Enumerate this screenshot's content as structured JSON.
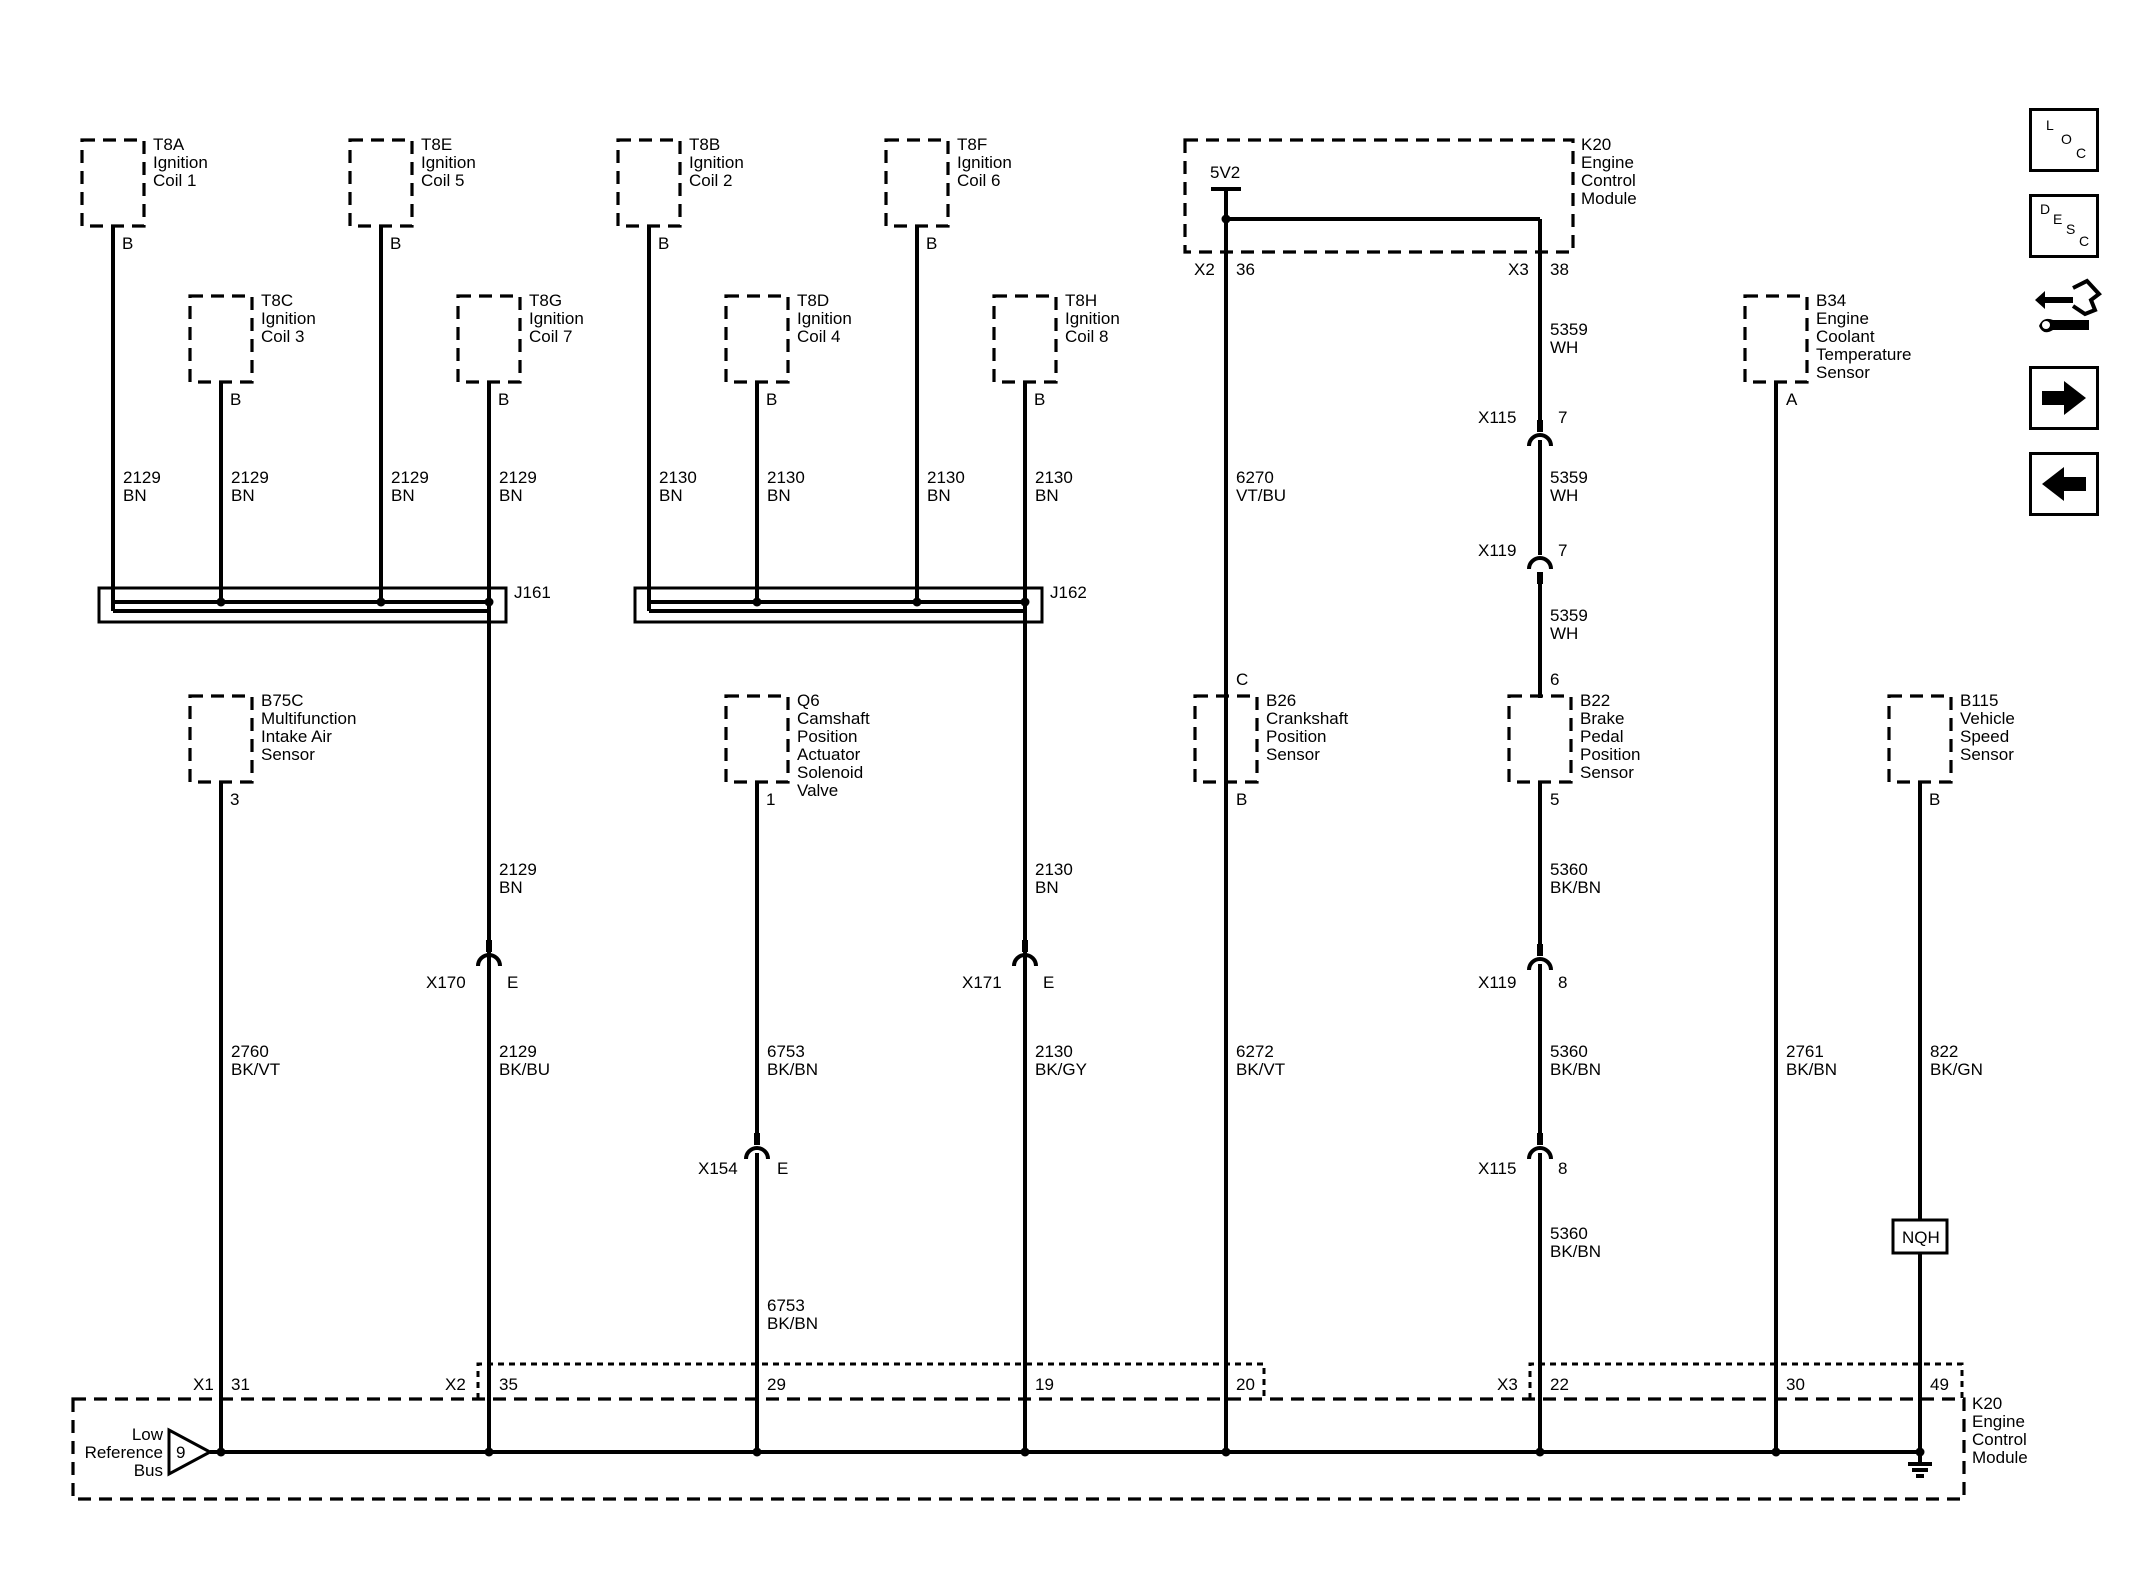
{
  "components": {
    "t8a": {
      "ref": "T8A",
      "lines": [
        "Ignition",
        "Coil 1"
      ],
      "pin": "B"
    },
    "t8e": {
      "ref": "T8E",
      "lines": [
        "Ignition",
        "Coil 5"
      ],
      "pin": "B"
    },
    "t8b": {
      "ref": "T8B",
      "lines": [
        "Ignition",
        "Coil 2"
      ],
      "pin": "B"
    },
    "t8f": {
      "ref": "T8F",
      "lines": [
        "Ignition",
        "Coil 6"
      ],
      "pin": "B"
    },
    "t8c": {
      "ref": "T8C",
      "lines": [
        "Ignition",
        "Coil 3"
      ],
      "pin": "B"
    },
    "t8g": {
      "ref": "T8G",
      "lines": [
        "Ignition",
        "Coil 7"
      ],
      "pin": "B"
    },
    "t8d": {
      "ref": "T8D",
      "lines": [
        "Ignition",
        "Coil 4"
      ],
      "pin": "B"
    },
    "t8h": {
      "ref": "T8H",
      "lines": [
        "Ignition",
        "Coil 8"
      ],
      "pin": "B"
    },
    "k20_top": {
      "ref": "K20",
      "lines": [
        "Engine",
        "Control",
        "Module"
      ],
      "voltage": "5V2",
      "left_conn": "X2",
      "left_pin": "36",
      "right_conn": "X3",
      "right_pin": "38"
    },
    "b34": {
      "ref": "B34",
      "lines": [
        "Engine",
        "Coolant",
        "Temperature",
        "Sensor"
      ],
      "pin": "A"
    },
    "b75c": {
      "ref": "B75C",
      "lines": [
        "Multifunction",
        "Intake Air",
        "Sensor"
      ],
      "pin": "3"
    },
    "q6": {
      "ref": "Q6",
      "lines": [
        "Camshaft",
        "Position",
        "Actuator",
        "Solenoid",
        "Valve"
      ],
      "pin": "1"
    },
    "b26": {
      "ref": "B26",
      "lines": [
        "Crankshaft",
        "Position",
        "Sensor"
      ],
      "pin_top": "C",
      "pin_bottom": "B"
    },
    "b22": {
      "ref": "B22",
      "lines": [
        "Brake",
        "Pedal",
        "Position",
        "Sensor"
      ],
      "pin_top": "6",
      "pin_bottom": "5"
    },
    "b115": {
      "ref": "B115",
      "lines": [
        "Vehicle",
        "Speed",
        "Sensor"
      ],
      "pin": "B"
    },
    "k20_bottom": {
      "ref": "K20",
      "lines": [
        "Engine",
        "Control",
        "Module"
      ],
      "bus_label": [
        "Low",
        "Reference",
        "Bus"
      ],
      "bus_pin": "9"
    }
  },
  "splices": {
    "j161": "J161",
    "j162": "J162"
  },
  "wires": {
    "coil1": {
      "circuit": "2129",
      "color": "BN"
    },
    "coil3": {
      "circuit": "2129",
      "color": "BN"
    },
    "coil5": {
      "circuit": "2129",
      "color": "BN"
    },
    "coil7": {
      "circuit": "2129",
      "color": "BN"
    },
    "coil2": {
      "circuit": "2130",
      "color": "BN"
    },
    "coil4": {
      "circuit": "2130",
      "color": "BN"
    },
    "coil6": {
      "circuit": "2130",
      "color": "BN"
    },
    "coil8": {
      "circuit": "2130",
      "color": "BN"
    },
    "j161_out": {
      "circuit": "2129",
      "color": "BN"
    },
    "j161_x170": {
      "circuit": "2129",
      "color": "BK/BU"
    },
    "j162_out": {
      "circuit": "2130",
      "color": "BN"
    },
    "j162_x171": {
      "circuit": "2130",
      "color": "BK/GY"
    },
    "crank_top": {
      "circuit": "6270",
      "color": "VT/BU"
    },
    "crank_bottom": {
      "circuit": "6272",
      "color": "BK/VT"
    },
    "brake_a": {
      "circuit": "5359",
      "color": "WH"
    },
    "brake_b": {
      "circuit": "5359",
      "color": "WH"
    },
    "brake_c": {
      "circuit": "5359",
      "color": "WH"
    },
    "brake_d": {
      "circuit": "5360",
      "color": "BK/BN"
    },
    "brake_e": {
      "circuit": "5360",
      "color": "BK/BN"
    },
    "brake_f": {
      "circuit": "5360",
      "color": "BK/BN"
    },
    "iat": {
      "circuit": "2760",
      "color": "BK/VT"
    },
    "cam_a": {
      "circuit": "6753",
      "color": "BK/BN"
    },
    "cam_b": {
      "circuit": "6753",
      "color": "BK/BN"
    },
    "ect": {
      "circuit": "2761",
      "color": "BK/BN"
    },
    "vss": {
      "circuit": "822",
      "color": "BK/GN"
    }
  },
  "connectors": {
    "x115_top": {
      "name": "X115",
      "pin": "7"
    },
    "x119_top": {
      "name": "X119",
      "pin": "7"
    },
    "x170": {
      "name": "X170",
      "pin": "E"
    },
    "x171": {
      "name": "X171",
      "pin": "E"
    },
    "x119_bottom": {
      "name": "X119",
      "pin": "8"
    },
    "x154": {
      "name": "X154",
      "pin": "E"
    },
    "x115_bottom": {
      "name": "X115",
      "pin": "8"
    }
  },
  "ecm_pins": {
    "x1": "X1",
    "p31": "31",
    "x2": "X2",
    "p35": "35",
    "p29": "29",
    "p19": "19",
    "p20": "20",
    "x3": "X3",
    "p22": "22",
    "p30": "30",
    "p49": "49"
  },
  "option_label": "NQH",
  "nav": {
    "loc": [
      "L",
      "O",
      "C"
    ],
    "desc": [
      "D",
      "E",
      "S",
      "C"
    ],
    "icons": [
      "loc-icon",
      "desc-icon",
      "connector-tool-icon",
      "next-arrow-icon",
      "previous-arrow-icon"
    ]
  }
}
